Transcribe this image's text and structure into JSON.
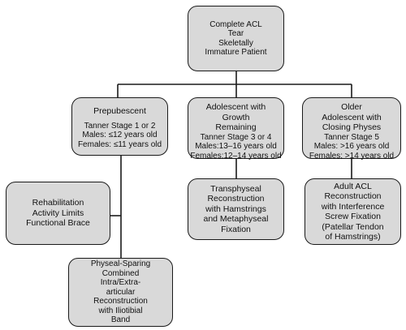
{
  "root": {
    "lines": [
      "Complete ACL",
      "Tear",
      "Skeletally",
      "Immature Patient"
    ]
  },
  "prepubescent": {
    "title": [
      "Prepubescent"
    ],
    "details": [
      "Tanner Stage 1 or 2",
      "Males: ≤12 years old",
      "Females: ≤11 years old"
    ]
  },
  "adolescent": {
    "title": [
      "Adolescent with",
      "Growth",
      "Remaining"
    ],
    "details": [
      "Tanner Stage 3 or 4",
      "Males:13–16 years old",
      "Females:12–14 years old"
    ]
  },
  "older": {
    "title": [
      "Older",
      "Adolescent with",
      "Closing Physes"
    ],
    "details": [
      "Tanner Stage 5",
      "Males: >16 years old",
      "Females: >14 years old"
    ]
  },
  "rehab": {
    "lines": [
      "Rehabilitation",
      "Activity Limits",
      "Functional Brace"
    ]
  },
  "physeal_sparing": {
    "lines": [
      "Physeal-Sparing",
      "Combined",
      "Intra/Extra-",
      "articular",
      "Reconstruction",
      "with Iliotibial",
      "Band"
    ]
  },
  "transphyseal": {
    "lines": [
      "Transphyseal",
      "Reconstruction",
      "with Hamstrings",
      "and Metaphyseal",
      "Fixation"
    ]
  },
  "adult_acl": {
    "lines": [
      "Adult ACL",
      "Reconstruction",
      "with Interference",
      "Screw Fixation",
      "(Patellar Tendon",
      "of Hamstrings)"
    ]
  }
}
